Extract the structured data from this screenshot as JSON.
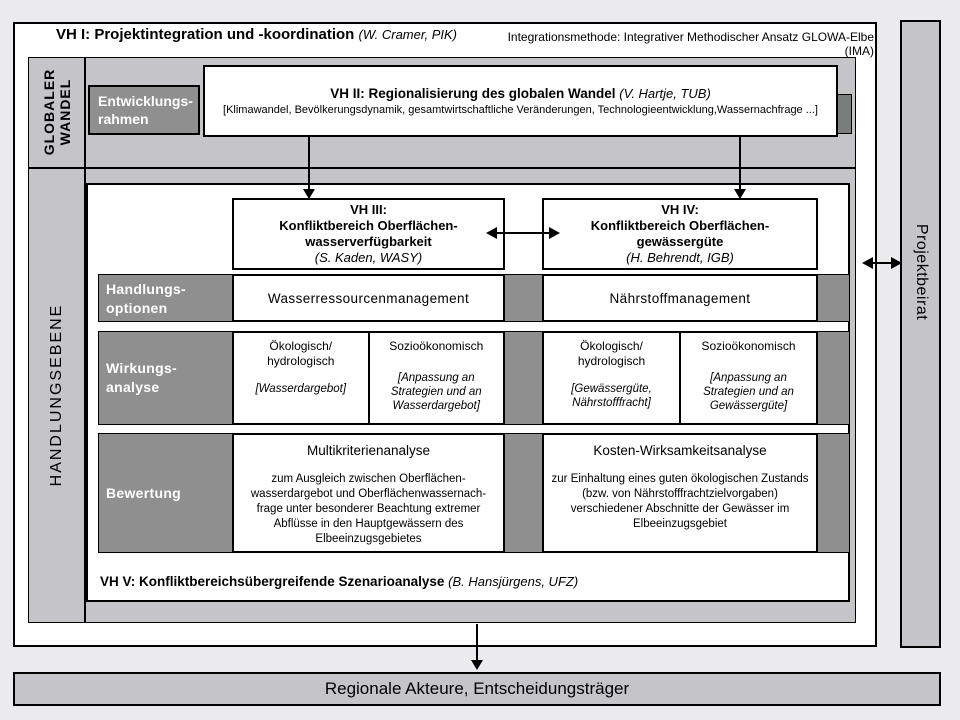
{
  "colors": {
    "page_bg": "#ebebed",
    "panel_bg": "#fdfefd",
    "band_gray": "#c5c4c8",
    "dark_gray": "#8f8f8f",
    "darker_gray": "#7a7e7a"
  },
  "header": {
    "vh1_title": "VH I: Projektintegration und -koordination",
    "vh1_credit": "(W. Cramer, PIK)",
    "integration_method": "Integrationsmethode: Integrativer Methodischer Ansatz GLOWA-Elbe (IMA)"
  },
  "global_level": {
    "side_label": "GLOBALER\nWANDEL",
    "entwicklungsrahmen": "Entwicklungs-\nrahmen",
    "vh2": {
      "title": "VH II: Regionalisierung des globalen Wandel",
      "credit": "(V. Hartje, TUB)",
      "subtitle": "[Klimawandel, Bevölkerungsdynamik, gesamtwirtschaftliche Veränderungen, Technologieentwicklung,Wassernachfrage ...]"
    }
  },
  "action_level": {
    "side_label": "HANDLUNGSEBENE",
    "vh3": {
      "title": "VH III:\nKonfliktbereich Oberflächen-\nwasserverfügbarkeit",
      "credit": "(S. Kaden, WASY)"
    },
    "vh4": {
      "title": "VH IV:\nKonfliktbereich Oberflächen-\ngewässergüte",
      "credit": "(H. Behrendt, IGB)"
    },
    "rows": {
      "options": {
        "label": "Handlungs-\noptionen",
        "vh3": "Wasserressourcenmanagement",
        "vh4": "Nährstoffmanagement"
      },
      "impact": {
        "label": "Wirkungs-\nanalyse",
        "vh3_eco": {
          "title": "Ökologisch/\nhydrologisch",
          "detail": "[Wasserdargebot]"
        },
        "vh3_socio": {
          "title": "Sozioökonomisch",
          "detail": "[Anpassung an\nStrategien und an\nWasserdargebot]"
        },
        "vh4_eco": {
          "title": "Ökologisch/\nhydrologisch",
          "detail": "[Gewässergüte,\nNährstofffracht]"
        },
        "vh4_socio": {
          "title": "Sozioökonomisch",
          "detail": "[Anpassung an\nStrategien und an\nGewässergüte]"
        }
      },
      "evaluation": {
        "label": "Bewertung",
        "vh3": {
          "title": "Multikriterienanalyse",
          "body": "zum Ausgleich zwischen Oberflächen-\nwasserdargebot und Oberflächenwassernach-\nfrage unter besonderer Beachtung extremer\nAbflüsse in den Hauptgewässern des\nElbeeinzugsgebietes"
        },
        "vh4": {
          "title": "Kosten-Wirksamkeitsanalyse",
          "body": "zur Einhaltung eines guten ökologischen Zustands\n(bzw. von Nährstofffrachtzielvorgaben)\nverschiedener Abschnitte der Gewässer im\nElbeeinzugsgebiet"
        }
      }
    },
    "vh5": {
      "title": "VH V: Konfliktbereichsübergreifende Szenarioanalyse",
      "credit": "(B. Hansjürgens, UFZ)"
    }
  },
  "sidebar_right": {
    "label": "Projektbeirat"
  },
  "footer": {
    "label": "Regionale Akteure, Entscheidungsträger"
  }
}
